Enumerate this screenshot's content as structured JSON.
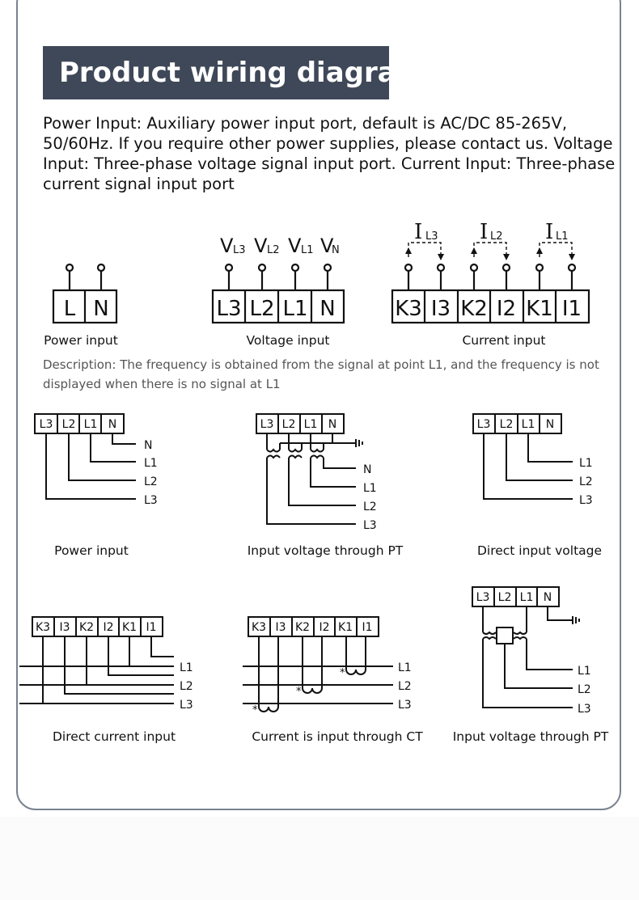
{
  "title": "Product wiring diagram",
  "intro": "Power Input: Auxiliary power input port, default is AC/DC 85-265V, 50/60Hz. If you require other power supplies, please contact us. Voltage Input: Three-phase voltage signal input port. Current Input: Three-phase current signal input port",
  "terminals": {
    "power": [
      "L",
      "N"
    ],
    "voltage": [
      "L3",
      "L2",
      "L1",
      "N"
    ],
    "voltage_labels": [
      {
        "main": "V",
        "sub": "L3"
      },
      {
        "main": "V",
        "sub": "L2"
      },
      {
        "main": "V",
        "sub": "L1"
      },
      {
        "main": "V",
        "sub": "N"
      }
    ],
    "current": [
      "K3",
      "I3",
      "K2",
      "I2",
      "K1",
      "I1"
    ],
    "current_labels": [
      {
        "main": "I",
        "sub": "L3"
      },
      {
        "main": "I",
        "sub": "L2"
      },
      {
        "main": "I",
        "sub": "L1"
      }
    ]
  },
  "captions": {
    "power_input": "Power input",
    "voltage_input": "Voltage input",
    "current_input": "Current input"
  },
  "description": "Description: The frequency is obtained from the signal at point L1, and the frequency is not displayed when there is no signal at L1",
  "wiring": {
    "row1": {
      "captions": [
        "Power input",
        "Input voltage through PT",
        "Direct input voltage"
      ],
      "terminals": [
        "L3",
        "L2",
        "L1",
        "N"
      ],
      "lines_4": [
        "N",
        "L1",
        "L2",
        "L3"
      ],
      "lines_3": [
        "L1",
        "L2",
        "L3"
      ]
    },
    "row2": {
      "captions": [
        "Direct current input",
        "Current is input through CT",
        "Input voltage through PT"
      ],
      "terminals": [
        "K3",
        "I3",
        "K2",
        "I2",
        "K1",
        "I1"
      ],
      "lines": [
        "L1",
        "L2",
        "L3"
      ],
      "star": "*"
    }
  }
}
